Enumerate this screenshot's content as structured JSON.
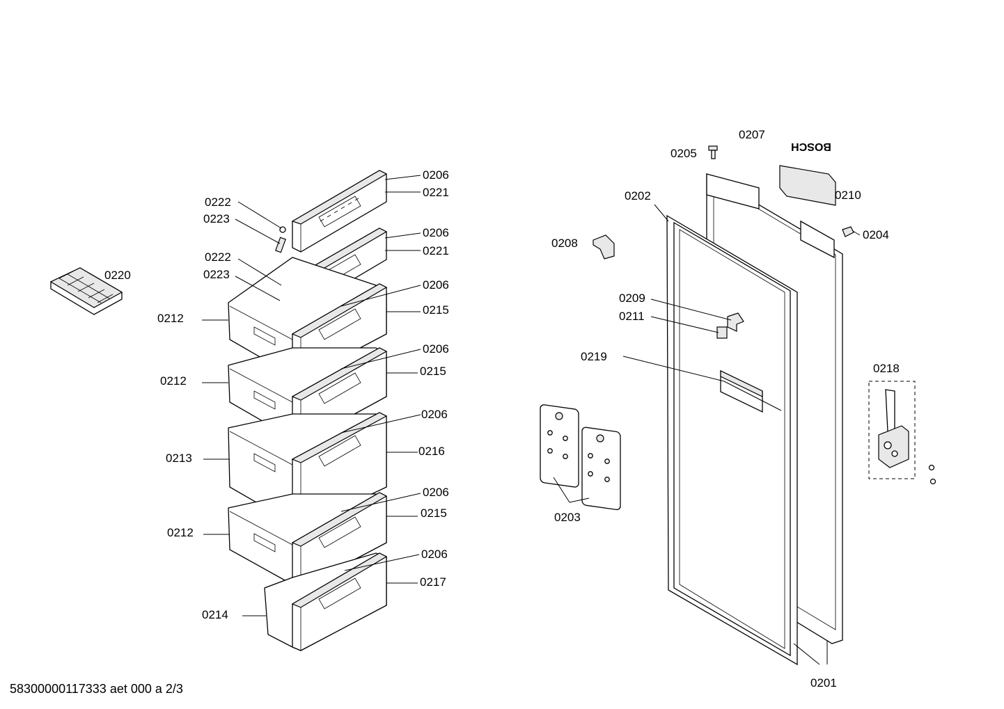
{
  "labels": {
    "l0206a": "0206",
    "l0221a": "0221",
    "l0222a": "0222",
    "l0223a": "0223",
    "l0206b": "0206",
    "l0221b": "0221",
    "l0222b": "0222",
    "l0223b": "0223",
    "l0220": "0220",
    "l0206c": "0206",
    "l0215a": "0215",
    "l0212a": "0212",
    "l0206d": "0206",
    "l0215b": "0215",
    "l0212b": "0212",
    "l0206e": "0206",
    "l0216": "0216",
    "l0213": "0213",
    "l0206f": "0206",
    "l0215c": "0215",
    "l0212c": "0212",
    "l0206g": "0206",
    "l0217": "0217",
    "l0214": "0214",
    "l0207": "0207",
    "l0205": "0205",
    "l0202": "0202",
    "l0210": "0210",
    "l0204": "0204",
    "l0208": "0208",
    "l0209": "0209",
    "l0211": "0211",
    "l0219": "0219",
    "l0218": "0218",
    "l0203": "0203",
    "l0201": "0201"
  },
  "brand_mark": "BOSCH",
  "footer": "58300000117333 aet 000 a 2/3"
}
